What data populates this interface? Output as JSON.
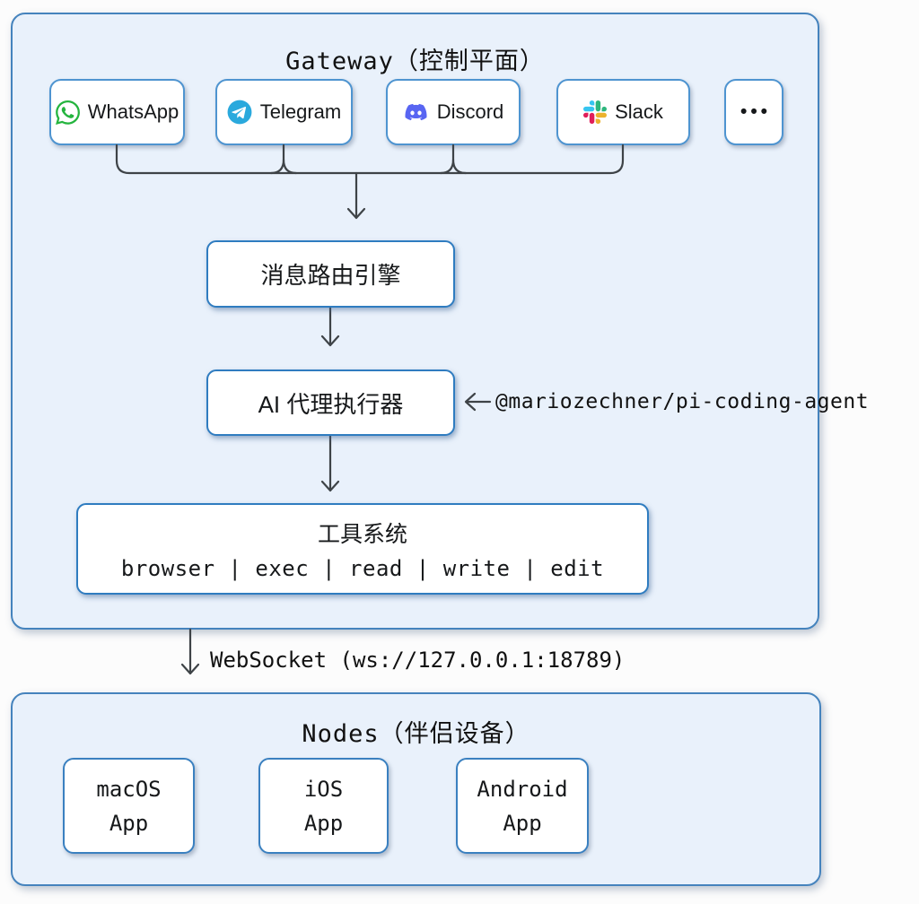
{
  "gateway": {
    "title": "Gateway（控制平面）",
    "channels": [
      {
        "label": "WhatsApp",
        "icon": "whatsapp-icon",
        "brand_color": "#24b43e"
      },
      {
        "label": "Telegram",
        "icon": "telegram-icon",
        "brand_color": "#2AA9DD"
      },
      {
        "label": "Discord",
        "icon": "discord-icon",
        "brand_color": "#5865F2"
      },
      {
        "label": "Slack",
        "icon": "slack-icon",
        "brand_colors": [
          "#36C5F0",
          "#2EB67D",
          "#ECB22E",
          "#E01E5A"
        ]
      },
      {
        "label": "•••",
        "icon": "more-ellipsis-icon"
      }
    ],
    "router": {
      "label": "消息路由引擎"
    },
    "agent": {
      "label": "AI 代理执行器",
      "annotation": "@mariozechner/pi-coding-agent"
    },
    "tools": {
      "title": "工具系统",
      "commands": "browser | exec | read | write | edit"
    }
  },
  "websocket": {
    "label": "WebSocket (ws://127.0.0.1:18789)"
  },
  "nodes": {
    "title": "Nodes（伴侣设备）",
    "devices": [
      {
        "line1": "macOS",
        "line2": "App"
      },
      {
        "line1": "iOS",
        "line2": "App"
      },
      {
        "line1": "Android",
        "line2": "App"
      }
    ]
  },
  "colors": {
    "container_fill": "#e9f1fb",
    "container_border": "#4583bd",
    "box_border": "#2f7cc0",
    "channel_border": "#4e94d0",
    "wire": "#3e4347",
    "text": "#16181a"
  }
}
